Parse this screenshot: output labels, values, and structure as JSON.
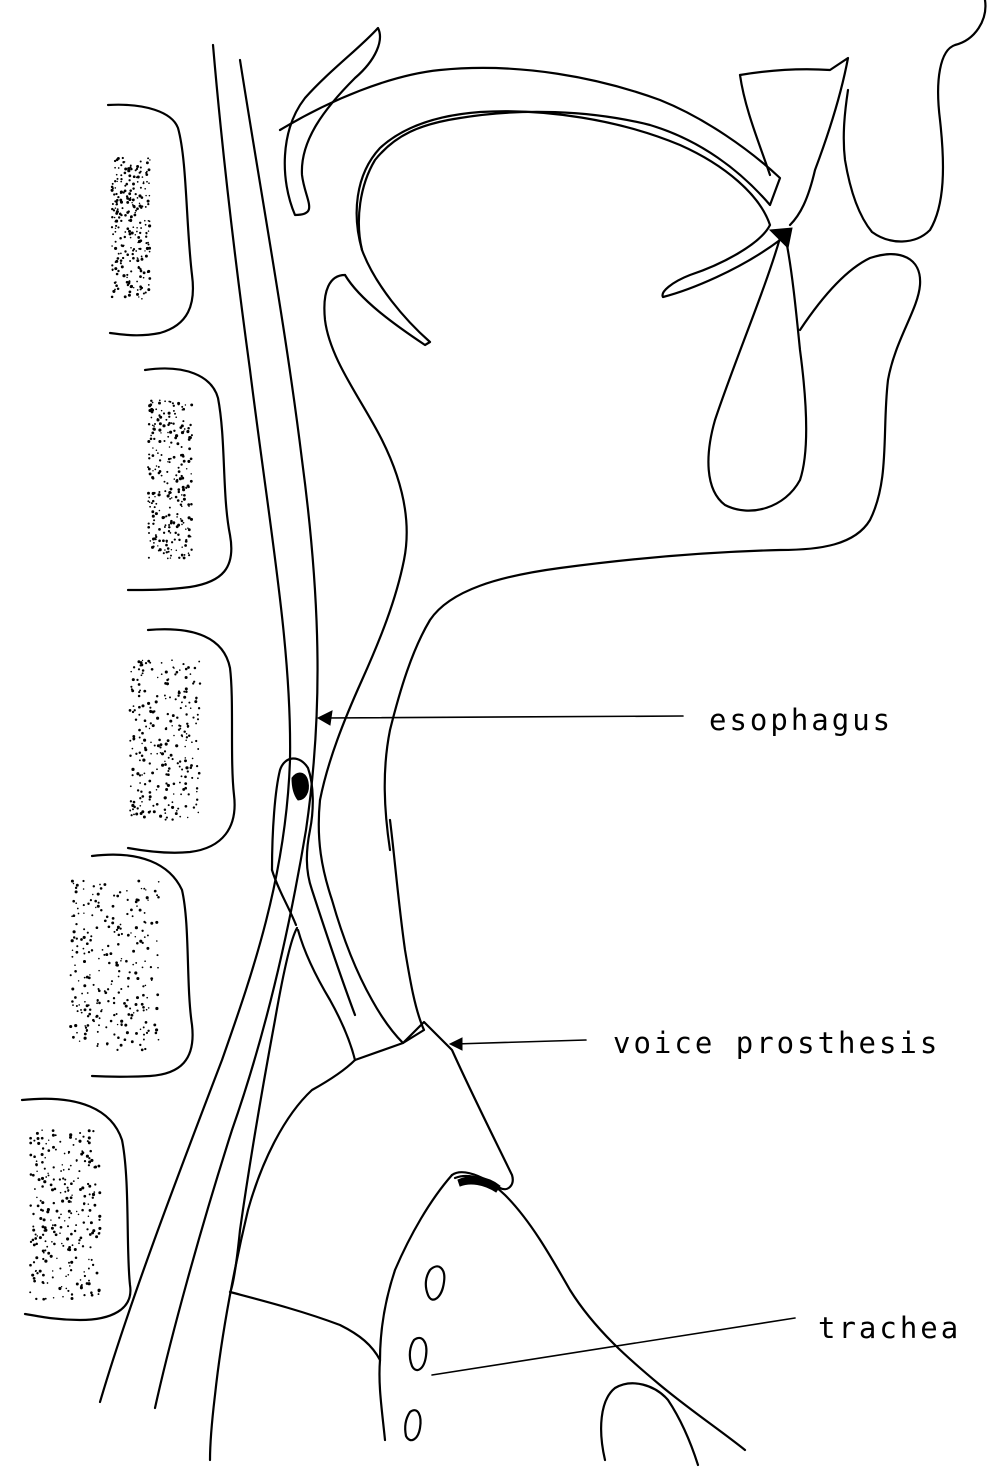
{
  "labels": {
    "esophagus": "esophagus",
    "voice_prosthesis": "voice prosthesis",
    "trachea": "trachea"
  },
  "colors": {
    "ink": "#000000",
    "paper": "#ffffff"
  }
}
